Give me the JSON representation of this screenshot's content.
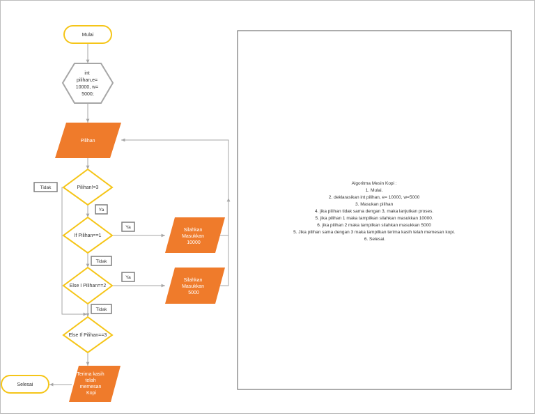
{
  "flowchart": {
    "start": "Mulai",
    "declaration": [
      "int",
      "pilihan,e=",
      "10000, w=",
      "5000;"
    ],
    "input": "Pilihan",
    "decision_1": "Pilihan!=3",
    "decision_2": "If Pilihan==1",
    "decision_3": "Else I Pilihan==2",
    "decision_4": "Else If Pilihan==3",
    "output_1": [
      "Silahkan",
      "Masukkan",
      "10000"
    ],
    "output_2": [
      "Silahkan",
      "Masukkan",
      "5000"
    ],
    "output_3": [
      "Terima kasih",
      "telah",
      "memesan",
      "Kopi"
    ],
    "end": "Selesai",
    "labels": {
      "tidak_1": "Tidak",
      "ya_1": "Ya",
      "ya_2": "Ya",
      "tidak_2": "Tidak",
      "ya_3": "Ya",
      "tidak_3": "Tidak"
    }
  },
  "algorithm": {
    "title": "Algoritma Mesin Kopi :",
    "steps": [
      "1. Mulai.",
      "2. deklarasikan int pilihan, e= 10000, w=5000",
      "3. Masukan pilihan",
      "4. jika pilihan tidak sama dengan 3, maka lanjutkan proses.",
      "5. jika pilihan 1 maka tampilkan silahkan masukkan 10000.",
      "6. jika pilihan 2 maka tampilkan silahkan masukkan 5000",
      "5. Jika pilihan sama dengan 3 maka tampilkan terima kasih telah memesan kopi.",
      "6. Selesai."
    ]
  },
  "colors": {
    "terminator_border": "#f5c518",
    "decision_border": "#f5c518",
    "io_fill": "#ef7b2b",
    "connector": "#a6a6a6",
    "label_border": "#7f7f7f",
    "prep_border": "#a6a6a6",
    "prep_fill": "#ffffff"
  }
}
